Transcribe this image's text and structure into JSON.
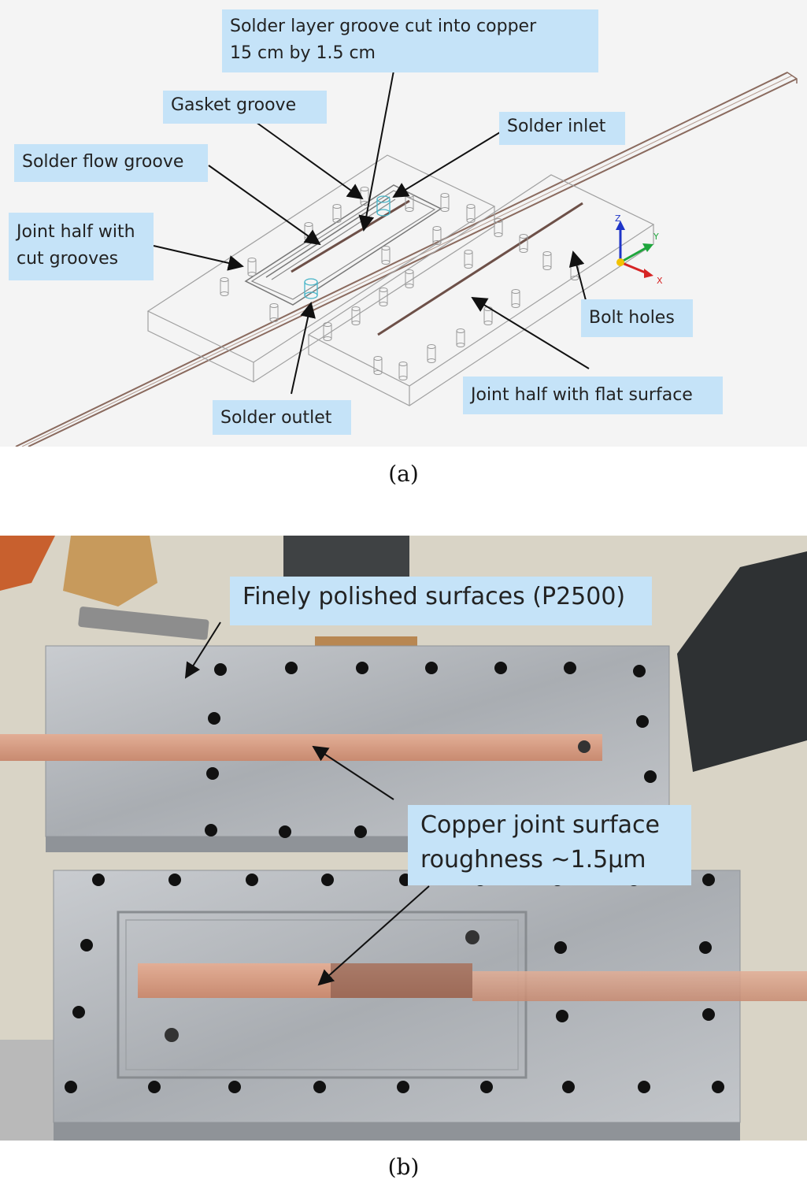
{
  "panel_a": {
    "labels": {
      "solder_layer_groove_line1": "Solder layer groove cut into copper",
      "solder_layer_groove_line2": "15 cm by 1.5 cm",
      "gasket_groove": "Gasket groove",
      "solder_inlet": "Solder inlet",
      "solder_flow_groove": "Solder flow groove",
      "joint_half_cut_line1": "Joint half with",
      "joint_half_cut_line2": "cut grooves",
      "bolt_holes": "Bolt holes",
      "joint_half_flat": "Joint half with flat surface",
      "solder_outlet": "Solder outlet"
    },
    "axes": {
      "z": "Z",
      "y": "Y",
      "x": "X"
    },
    "caption": "(a)",
    "colors": {
      "callout_bg": "#c5e3f8",
      "wire": "#9a9a9a",
      "copper_bar": "#8a6a5e"
    }
  },
  "panel_b": {
    "labels": {
      "polished": "Finely polished surfaces (P2500)",
      "roughness_line1": "Copper joint surface",
      "roughness_line2": "roughness ~1.5µm"
    },
    "caption": "(b)",
    "colors": {
      "aluminium": "#b8bcc0",
      "copper": "#d49a80",
      "background": "#d9d4c6"
    }
  }
}
